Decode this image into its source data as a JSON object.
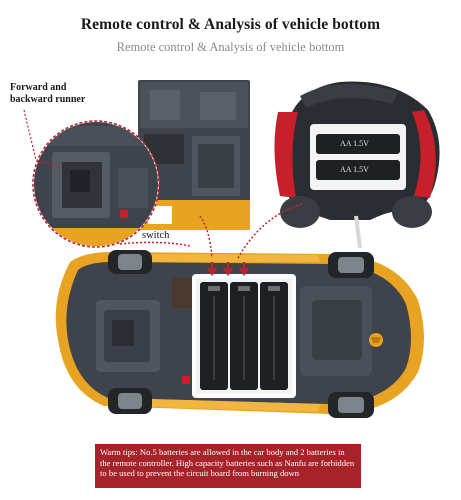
{
  "title": "Remote control & Analysis of vehicle bottom",
  "subtitle": "Remote control & Analysis of vehicle bottom",
  "callouts": {
    "forward_runner": "Forward and backward runner",
    "switch": "switch"
  },
  "remote_battery_labels": [
    "AA 1.5V",
    "AA 1.5V"
  ],
  "warning": "Warm tips: No.5 batteries are allowed in the car body and 2 batteries in the remote controller. High capacity batteries such as Nanfu are forbidden to be used to prevent the circuit board from burning down",
  "colors": {
    "car_yellow": "#e8a323",
    "car_gray": "#3f444c",
    "remote_red": "#c8202a",
    "warning_bg": "#a8222a",
    "callout_red": "#c8202a"
  }
}
